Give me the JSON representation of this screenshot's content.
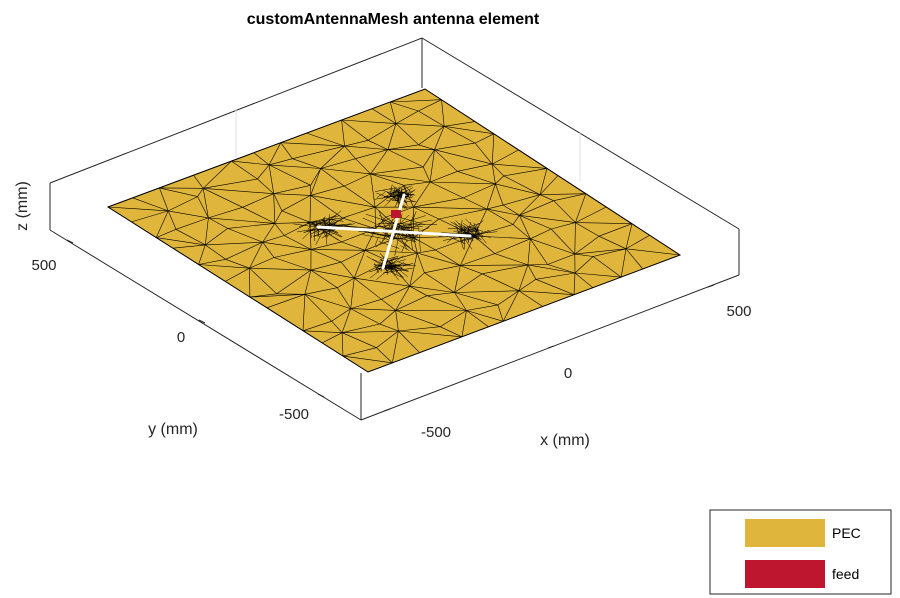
{
  "chart_data": {
    "type": "3d-mesh",
    "title": "customAntennaMesh antenna element",
    "xlabel": "x (mm)",
    "ylabel": "y (mm)",
    "zlabel": "z (mm)",
    "x_ticks": [
      "-500",
      "0",
      "500"
    ],
    "y_ticks": [
      "-500",
      "0",
      "500"
    ],
    "grid": true,
    "legend_position": "bottom-right",
    "legend": [
      {
        "label": "PEC",
        "color": "#DFB53B"
      },
      {
        "label": "feed",
        "color": "#BF1630"
      }
    ]
  }
}
